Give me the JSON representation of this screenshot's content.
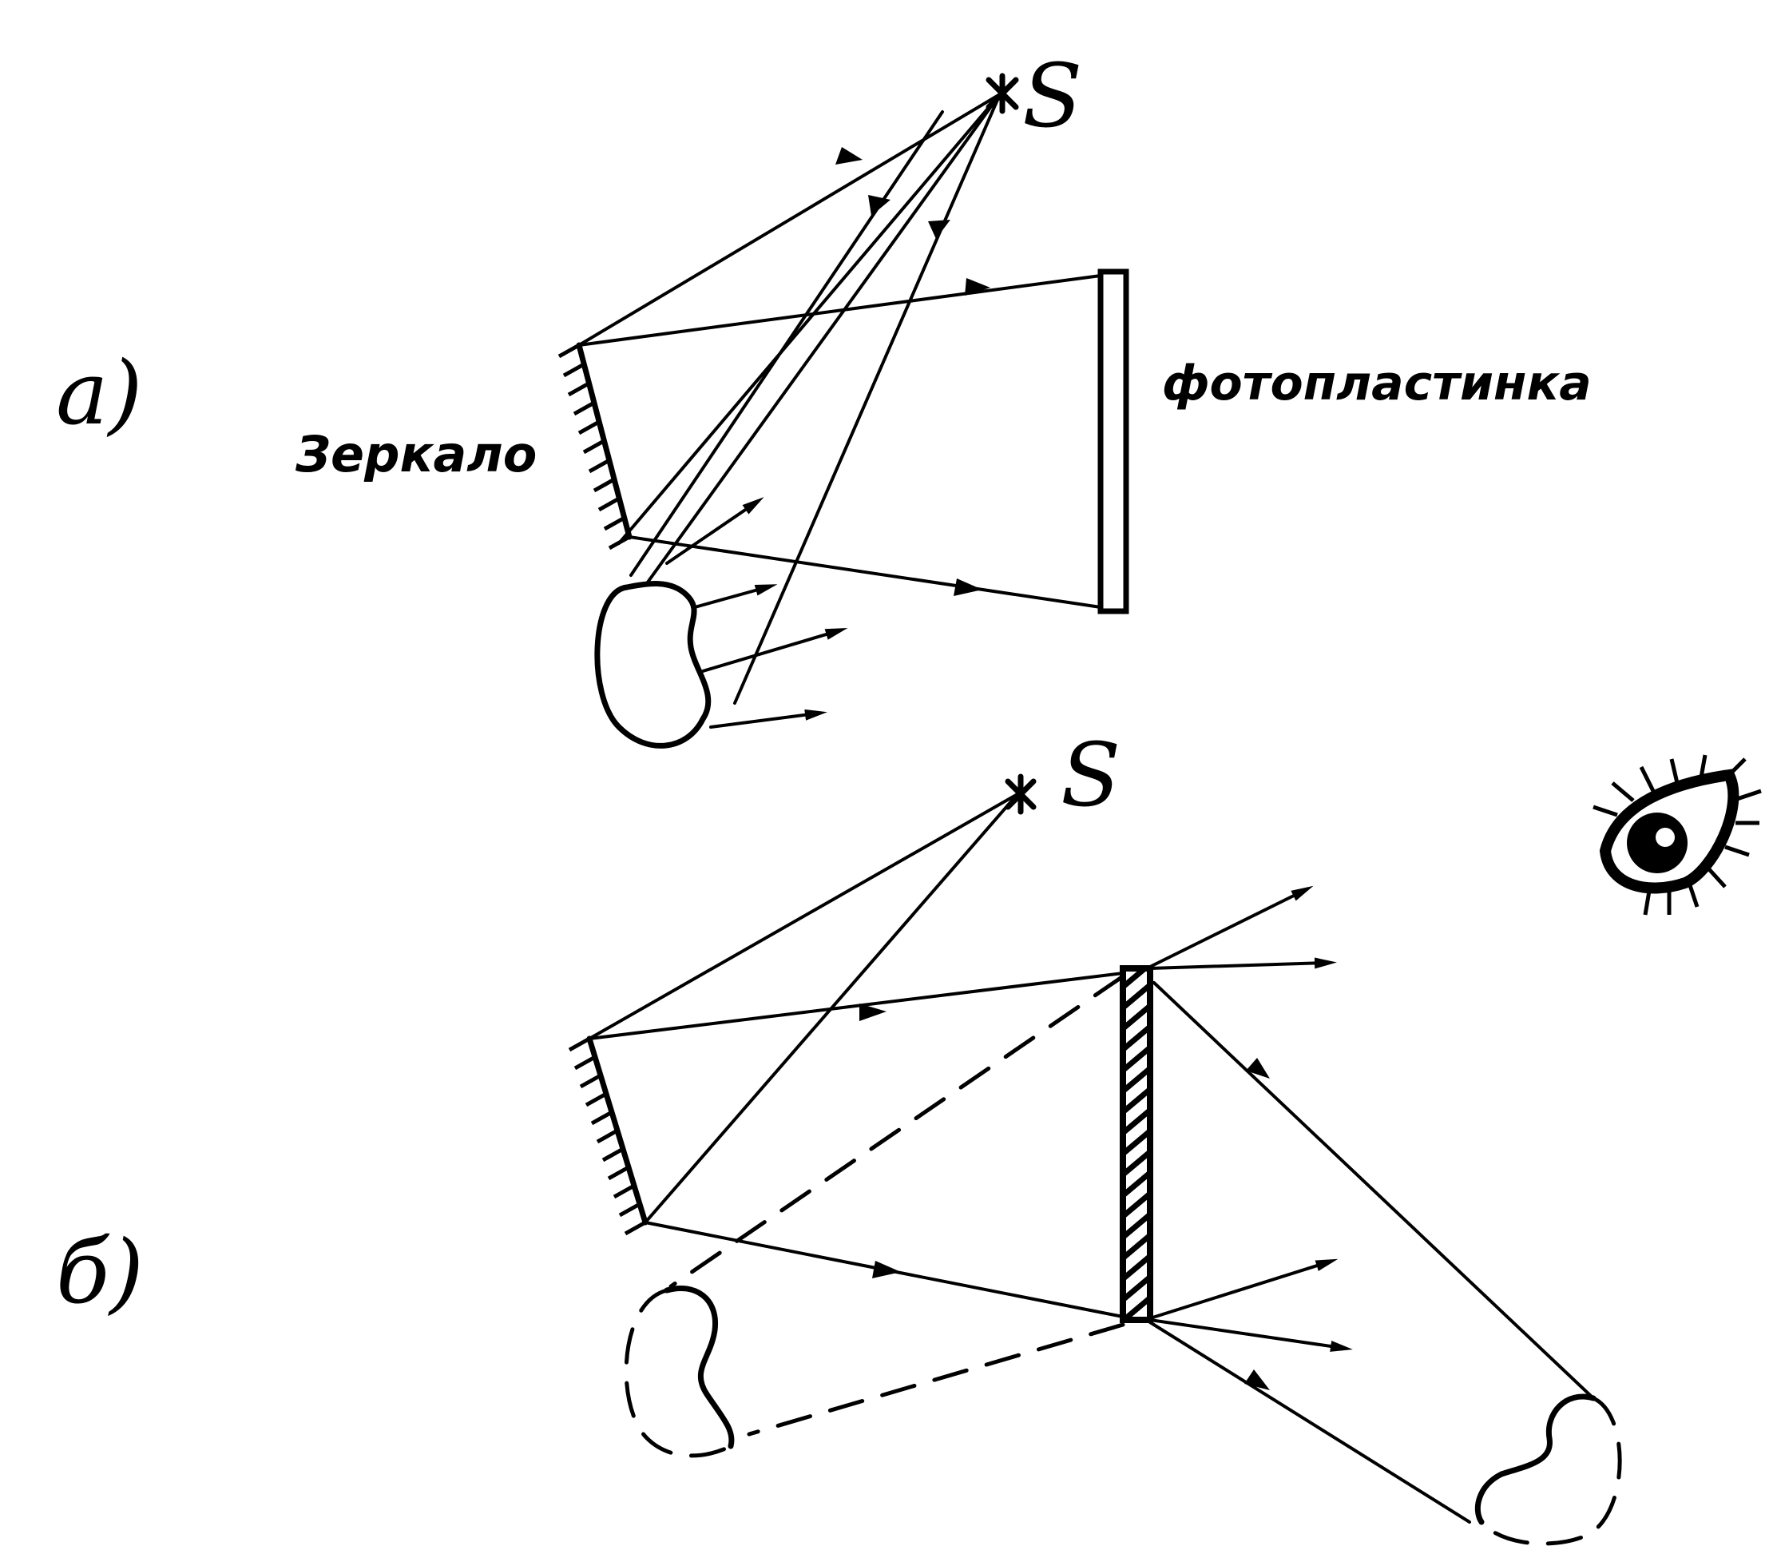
{
  "panel_a": {
    "label": "а)",
    "source_label": "S",
    "mirror_label": "Зеркало",
    "plate_label": "фотопластинка"
  },
  "panel_b": {
    "label": "б)",
    "source_label": "S"
  },
  "icons": [
    "eye-icon",
    "mirror-hatch-icon",
    "star-source-icon"
  ]
}
